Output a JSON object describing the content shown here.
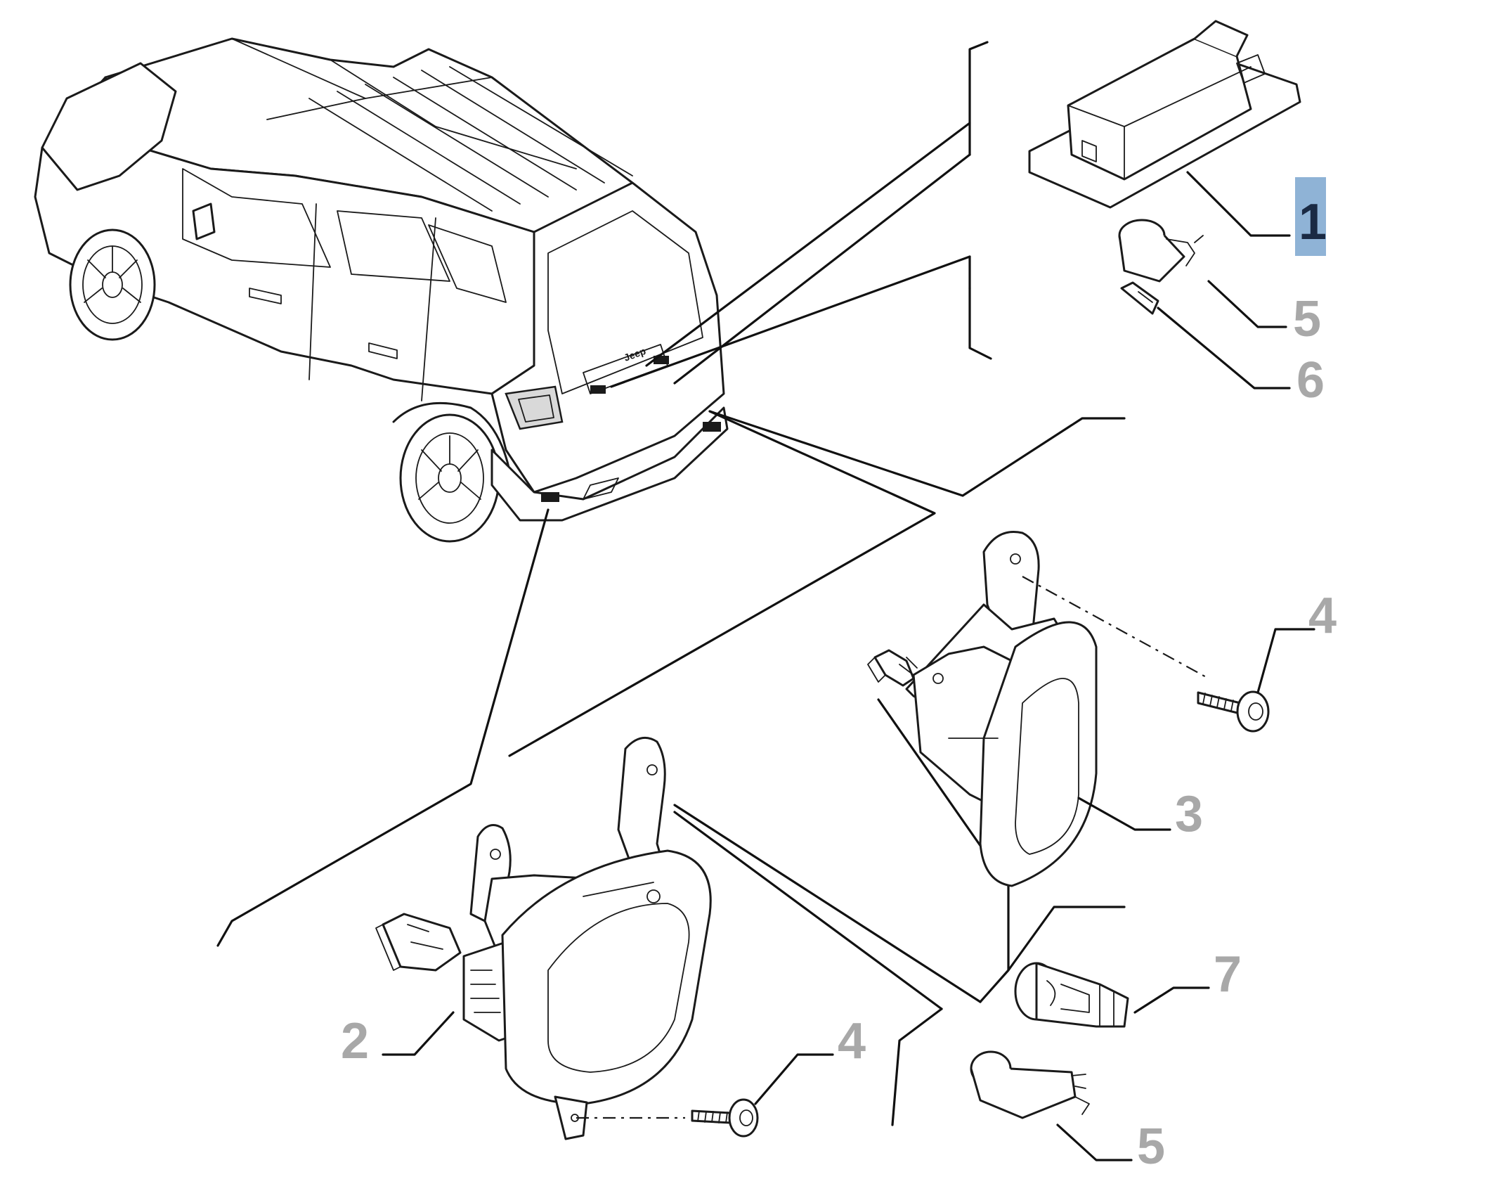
{
  "callouts": [
    {
      "id": "c1",
      "label": "1",
      "highlighted": true
    },
    {
      "id": "c5a",
      "label": "5",
      "highlighted": false
    },
    {
      "id": "c6",
      "label": "6",
      "highlighted": false
    },
    {
      "id": "c4a",
      "label": "4",
      "highlighted": false
    },
    {
      "id": "c3",
      "label": "3",
      "highlighted": false
    },
    {
      "id": "c7",
      "label": "7",
      "highlighted": false
    },
    {
      "id": "c2",
      "label": "2",
      "highlighted": false
    },
    {
      "id": "c4b",
      "label": "4",
      "highlighted": false
    },
    {
      "id": "c5b",
      "label": "5",
      "highlighted": false
    }
  ],
  "vehicle_badge": "Jeep",
  "colors": {
    "highlight_bg": "#8fb3d6",
    "callout_text": "#a8a8a8",
    "callout_active_text": "#1a2a44",
    "line": "#1a1a1a"
  }
}
